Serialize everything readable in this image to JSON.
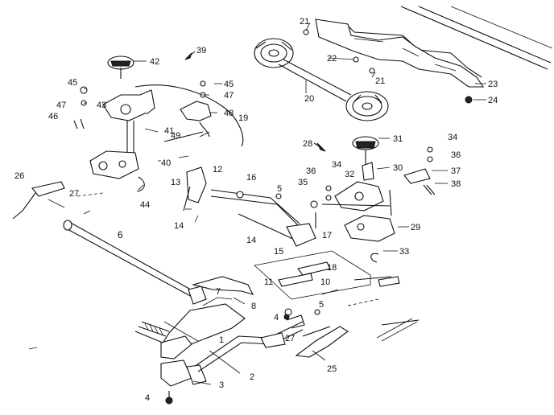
{
  "callouts": {
    "c1": "1",
    "c2": "2",
    "c3": "3",
    "c4a": "4",
    "c4b": "4",
    "c5a": "5",
    "c5b": "5",
    "c6": "6",
    "c7": "7",
    "c8": "8",
    "c10": "10",
    "c11": "11",
    "c12": "12",
    "c13": "13",
    "c14a": "14",
    "c14b": "14",
    "c15": "15",
    "c16": "16",
    "c17": "17",
    "c18": "18",
    "c19": "19",
    "c20": "20",
    "c21a": "21",
    "c21b": "21",
    "c22": "22",
    "c23": "23",
    "c24": "24",
    "c25": "25",
    "c26": "26",
    "c27a": "27",
    "c27b": "27",
    "c28": "28",
    "c29": "29",
    "c30": "30",
    "c31": "31",
    "c32": "32",
    "c33": "33",
    "c34a": "34",
    "c34b": "34",
    "c35": "35",
    "c36a": "36",
    "c36b": "36",
    "c37": "37",
    "c38": "38",
    "c39": "39",
    "c40": "40",
    "c41": "41",
    "c42": "42",
    "c43": "43",
    "c44": "44",
    "c45a": "45",
    "c45b": "45",
    "c46": "46",
    "c47a": "47",
    "c47b": "47",
    "c48": "48",
    "c49": "49"
  }
}
